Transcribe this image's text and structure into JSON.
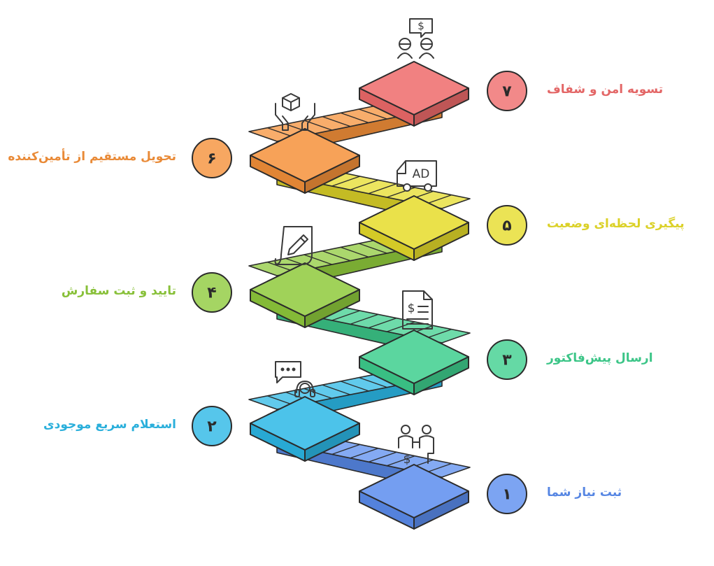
{
  "steps": [
    {
      "num": "۱",
      "label": "ثبت نیاز شما",
      "color": "#5b8def",
      "icon": "handshake-people-dollar-icon"
    },
    {
      "num": "۲",
      "label": "استعلام سریع موجودی",
      "color": "#2cb8e6",
      "icon": "chat-headset-icon"
    },
    {
      "num": "۳",
      "label": "ارسال پیش‌فاکتور",
      "color": "#3ecf8e",
      "icon": "invoice-document-icon"
    },
    {
      "num": "۴",
      "label": "تایید و ثبت سفارش",
      "color": "#8fca3c",
      "icon": "sign-document-pen-icon"
    },
    {
      "num": "۵",
      "label": "پیگیری لحظه‌ای وضعیت",
      "color": "#e6dc2a",
      "icon": "ad-truck-icon"
    },
    {
      "num": "۶",
      "label": "تحویل مستقیم از تأمین‌کننده",
      "color": "#f5913a",
      "icon": "hands-box-icon"
    },
    {
      "num": "۷",
      "label": "تسویه امن و شفاف",
      "color": "#ef6b6b",
      "icon": "people-money-chat-icon"
    }
  ],
  "icon_text": {
    "ad": "AD",
    "dollar": "$"
  }
}
